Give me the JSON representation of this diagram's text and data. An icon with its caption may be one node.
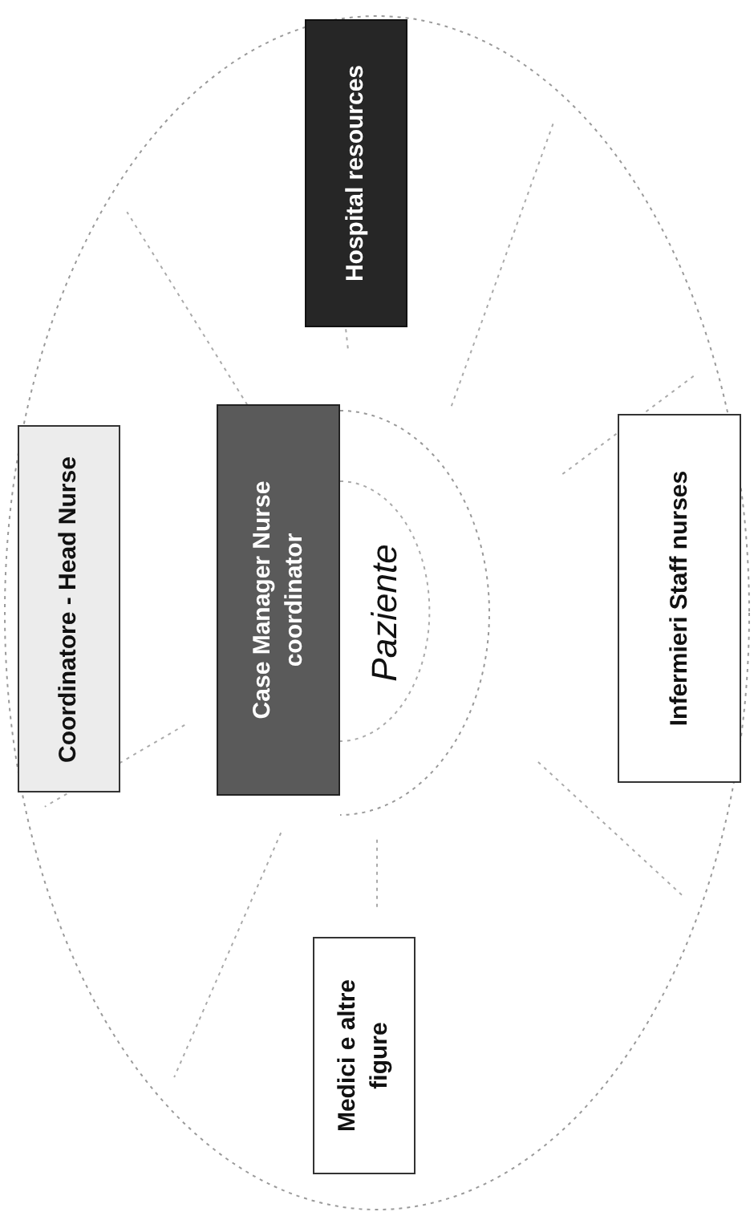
{
  "diagram": {
    "nodes": [
      {
        "text": [
          "Hospital resources"
        ]
      },
      {
        "text": [
          "Coordinatore - Head Nurse"
        ]
      },
      {
        "text": [
          "Case Manager Nurse coordinator"
        ]
      },
      {
        "text": [
          "Paziente"
        ]
      },
      {
        "text": [
          "Infermieri Staff nurses"
        ]
      },
      {
        "text": [
          "Medici e altre figure"
        ]
      }
    ]
  }
}
